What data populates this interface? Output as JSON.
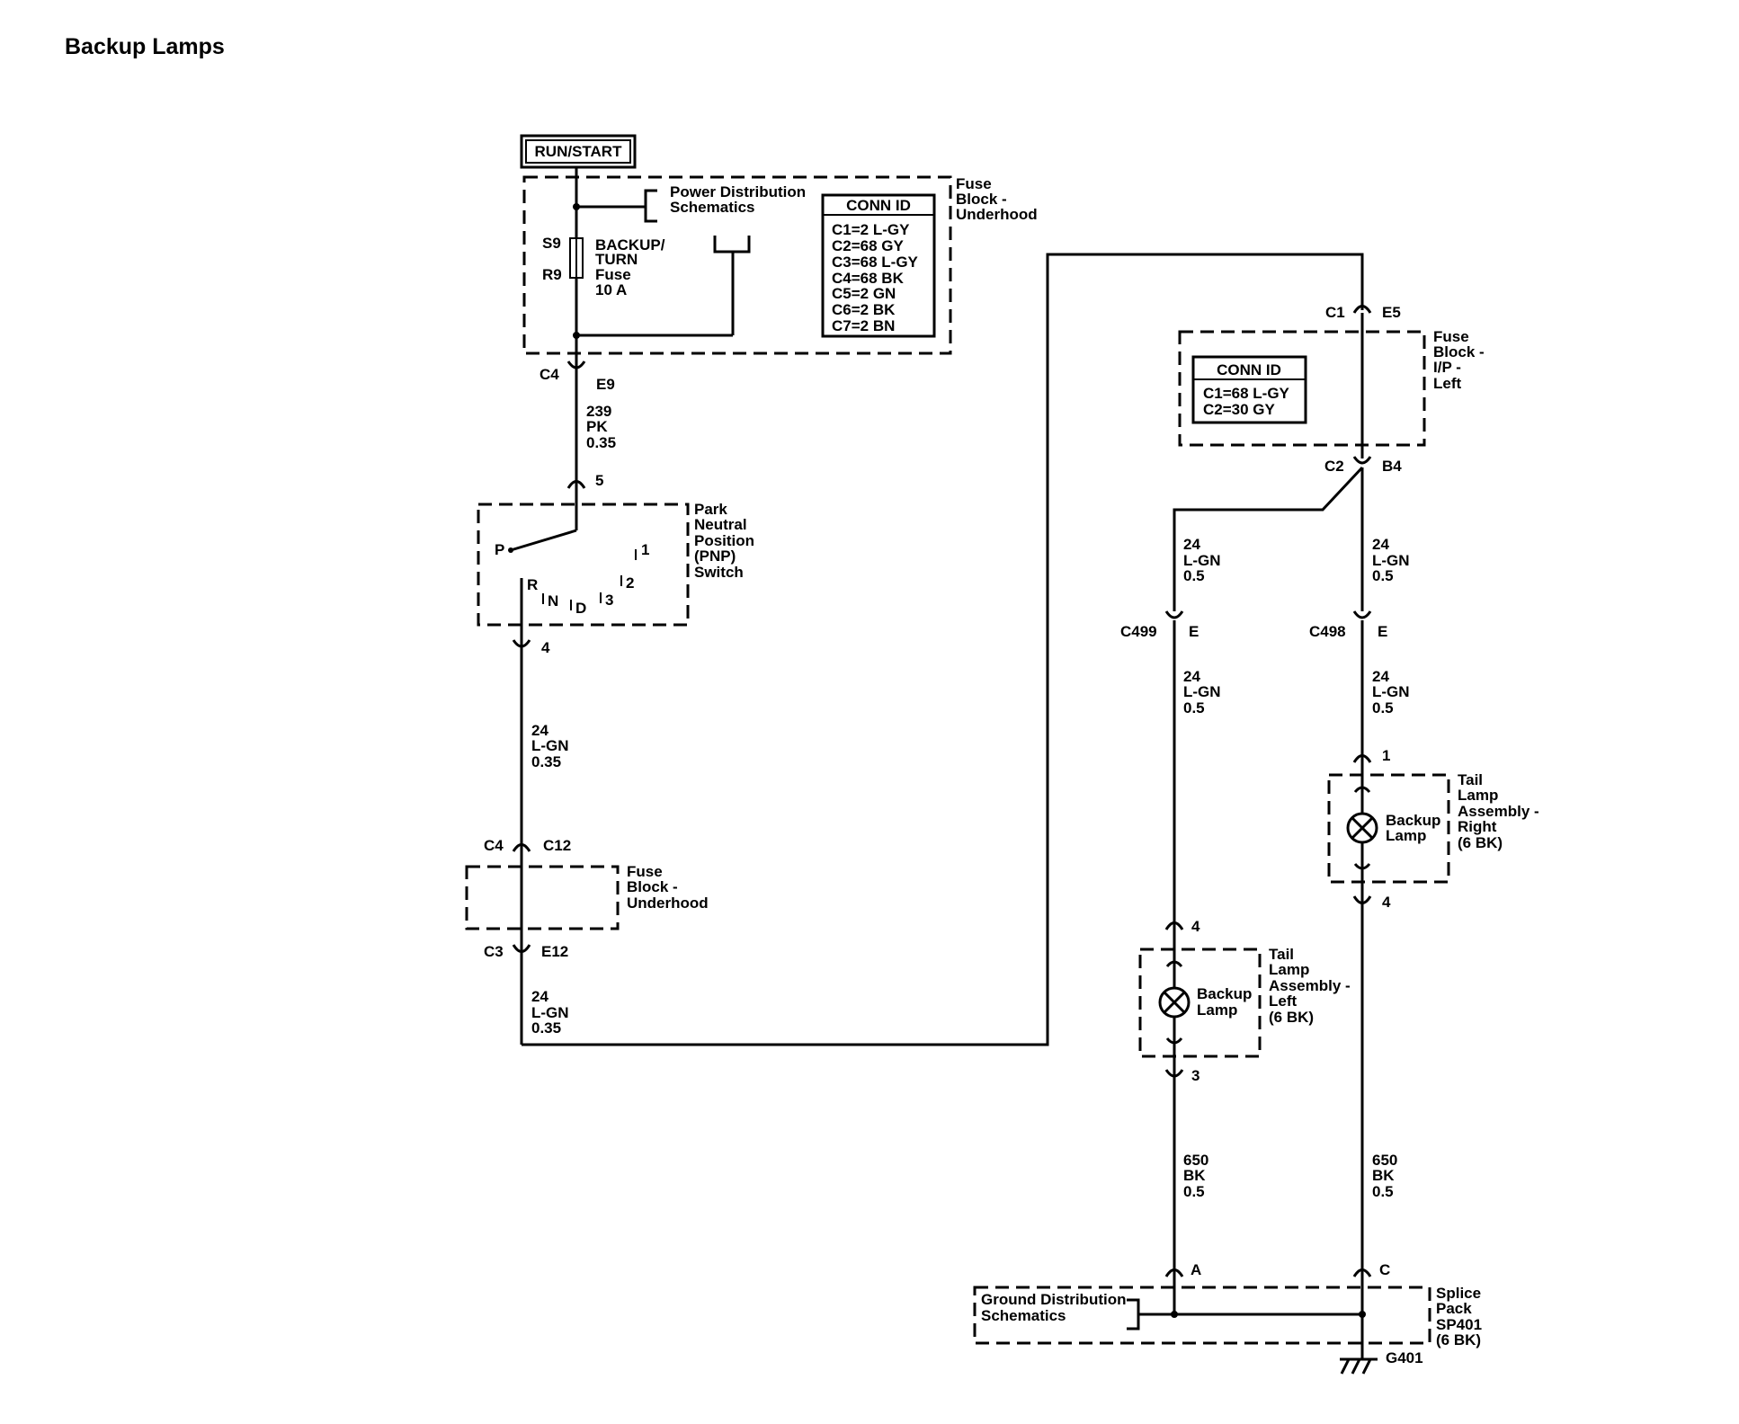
{
  "title": "Backup Lamps",
  "power": {
    "label": "RUN/START"
  },
  "fuse_block_underhood": {
    "label": [
      "Fuse",
      "Block -",
      "Underhood"
    ],
    "power_dist_link": [
      "Power Distribution",
      "Schematics"
    ],
    "fuse_positions": [
      "S9",
      "R9"
    ],
    "fuse_name": [
      "BACKUP/",
      "TURN",
      "Fuse",
      "10 A"
    ],
    "conn_id_title": "CONN ID",
    "conn_ids": [
      "C1=2 L-GY",
      "C2=68 GY",
      "C3=68 L-GY",
      "C4=68 BK",
      "C5=2 GN",
      "C6=2 BK",
      "C7=2 BN"
    ],
    "out_conn": {
      "connector": "C4",
      "pin": "E9"
    }
  },
  "wire_pnp_in": [
    "239",
    "PK",
    "0.35"
  ],
  "pnp_switch": {
    "label": [
      "Park",
      "Neutral",
      "Position",
      "(PNP)",
      "Switch"
    ],
    "pin_in": "5",
    "pin_out": "4",
    "positions": {
      "P": "P",
      "R": "R",
      "N": "N",
      "D": "D",
      "p3": "3",
      "p2": "2",
      "p1": "1"
    }
  },
  "wire_pnp_out": [
    "24",
    "L-GN",
    "0.35"
  ],
  "fuse_block_underhood_2": {
    "label": [
      "Fuse",
      "Block -",
      "Underhood"
    ],
    "conn_in": {
      "connector": "C4",
      "pin": "C12"
    },
    "conn_out": {
      "connector": "C3",
      "pin": "E12"
    }
  },
  "wire_underhood_out": [
    "24",
    "L-GN",
    "0.35"
  ],
  "fuse_block_ip": {
    "label": [
      "Fuse",
      "Block -",
      "I/P -",
      "Left"
    ],
    "conn_in": {
      "connector": "C1",
      "pin": "E5"
    },
    "conn_out": {
      "connector": "C2",
      "pin": "B4"
    },
    "conn_id_title": "CONN ID",
    "conn_ids": [
      "C1=68 L-GY",
      "C2=30 GY"
    ]
  },
  "wire_left_upper": [
    "24",
    "L-GN",
    "0.5"
  ],
  "wire_right_upper": [
    "24",
    "L-GN",
    "0.5"
  ],
  "inline_left": {
    "connector": "C499",
    "pin": "E"
  },
  "inline_right": {
    "connector": "C498",
    "pin": "E"
  },
  "wire_left_mid": [
    "24",
    "L-GN",
    "0.5"
  ],
  "wire_right_mid": [
    "24",
    "L-GN",
    "0.5"
  ],
  "tail_lamp_right": {
    "label": [
      "Tail",
      "Lamp",
      "Assembly -",
      "Right",
      "(6 BK)"
    ],
    "lamp": [
      "Backup",
      "Lamp"
    ],
    "pin_in": "1",
    "pin_out": "4"
  },
  "tail_lamp_left": {
    "label": [
      "Tail",
      "Lamp",
      "Assembly -",
      "Left",
      "(6 BK)"
    ],
    "lamp": [
      "Backup",
      "Lamp"
    ],
    "pin_in": "4",
    "pin_out": "3"
  },
  "wire_left_ground": [
    "650",
    "BK",
    "0.5"
  ],
  "wire_right_ground": [
    "650",
    "BK",
    "0.5"
  ],
  "splice_pack": {
    "label": [
      "Splice",
      "Pack",
      "SP401",
      "(6 BK)"
    ],
    "ground_dist_link": [
      "Ground Distribution",
      "Schematics"
    ],
    "pin_left": "A",
    "pin_right": "C",
    "ground": "G401"
  }
}
